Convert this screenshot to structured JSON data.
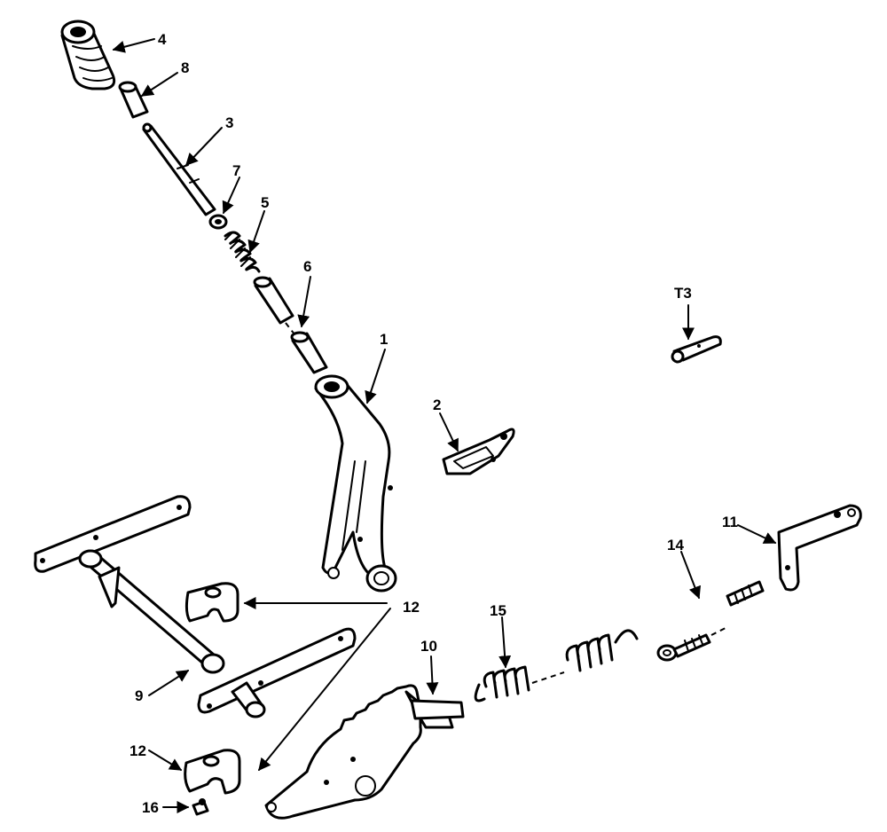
{
  "callouts": {
    "c1": "1",
    "c2": "2",
    "c3": "3",
    "c4": "4",
    "c5": "5",
    "c6": "6",
    "c7": "7",
    "c8": "8",
    "c9": "9",
    "c10": "10",
    "c11": "11",
    "c12a": "12",
    "c12b": "12",
    "c13": "T3",
    "c14": "14",
    "c15": "15",
    "c16": "16"
  }
}
